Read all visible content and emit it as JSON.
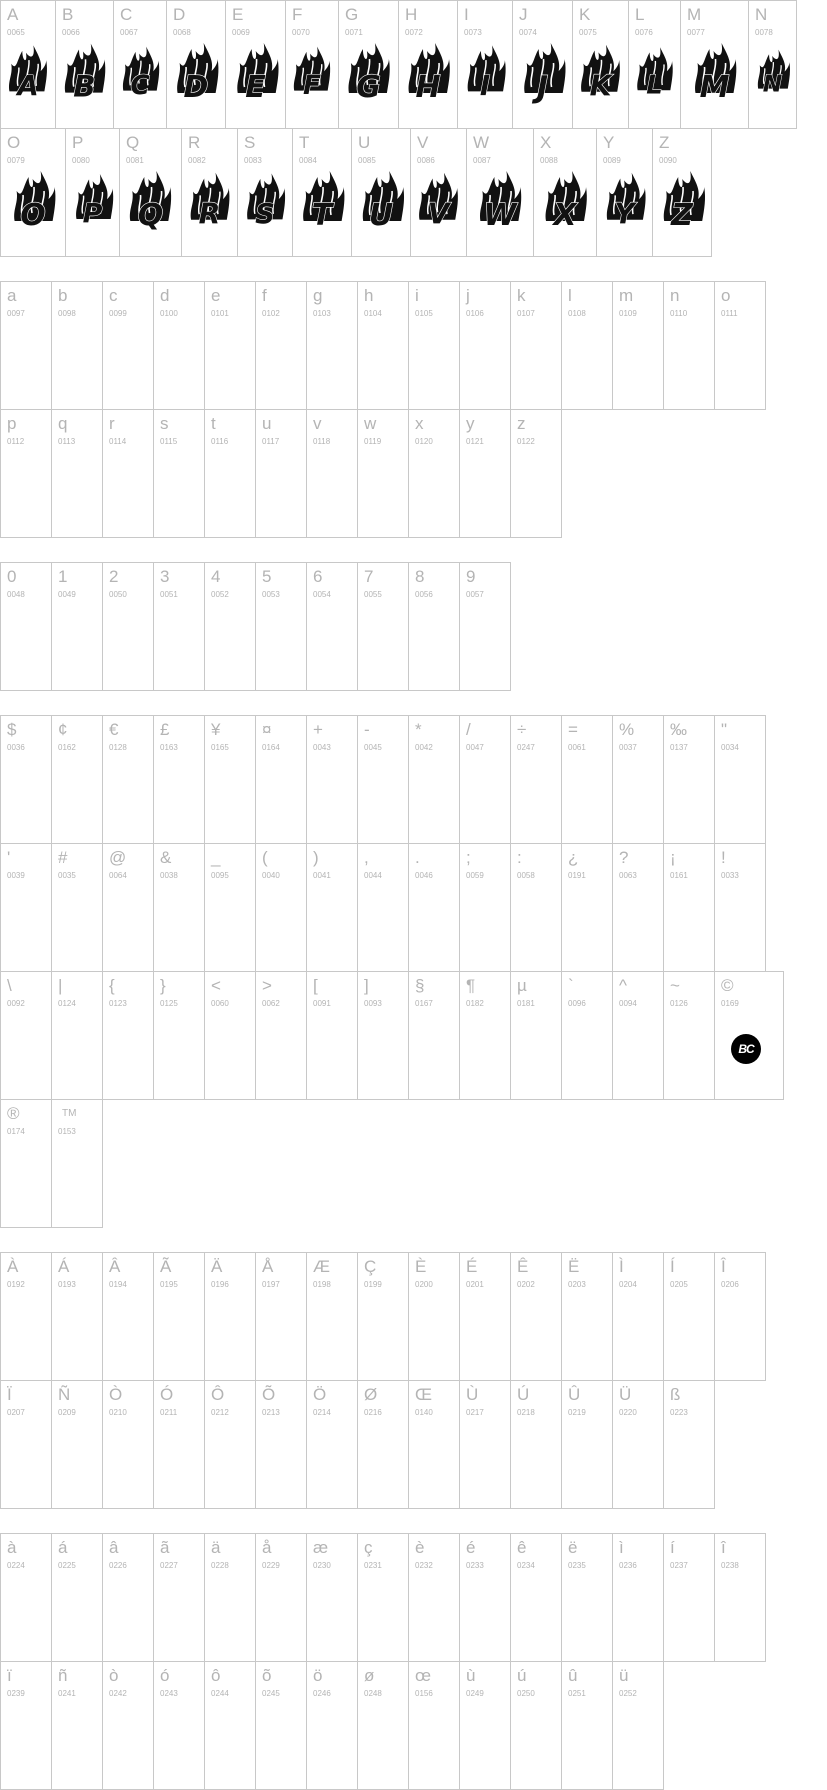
{
  "sections": [
    {
      "id": "uppercase",
      "rows": [
        [
          [
            "A",
            "0065"
          ],
          [
            "B",
            "0066"
          ],
          [
            "C",
            "0067"
          ],
          [
            "D",
            "0068"
          ],
          [
            "E",
            "0069"
          ],
          [
            "F",
            "0070"
          ],
          [
            "G",
            "0071"
          ],
          [
            "H",
            "0072"
          ],
          [
            "I",
            "0073"
          ],
          [
            "J",
            "0074"
          ],
          [
            "K",
            "0075"
          ],
          [
            "L",
            "0076"
          ],
          [
            "M",
            "0077"
          ],
          [
            "N",
            "0078"
          ]
        ],
        [
          [
            "O",
            "0079"
          ],
          [
            "P",
            "0080"
          ],
          [
            "Q",
            "0081"
          ],
          [
            "R",
            "0082"
          ],
          [
            "S",
            "0083"
          ],
          [
            "T",
            "0084"
          ],
          [
            "U",
            "0085"
          ],
          [
            "V",
            "0086"
          ],
          [
            "W",
            "0087"
          ],
          [
            "X",
            "0088"
          ],
          [
            "Y",
            "0089"
          ],
          [
            "Z",
            "0090"
          ]
        ]
      ]
    },
    {
      "id": "lowercase",
      "rows": [
        [
          [
            "a",
            "0097"
          ],
          [
            "b",
            "0098"
          ],
          [
            "c",
            "0099"
          ],
          [
            "d",
            "0100"
          ],
          [
            "e",
            "0101"
          ],
          [
            "f",
            "0102"
          ],
          [
            "g",
            "0103"
          ],
          [
            "h",
            "0104"
          ],
          [
            "i",
            "0105"
          ],
          [
            "j",
            "0106"
          ],
          [
            "k",
            "0107"
          ],
          [
            "l",
            "0108"
          ],
          [
            "m",
            "0109"
          ],
          [
            "n",
            "0110"
          ],
          [
            "o",
            "0111"
          ]
        ],
        [
          [
            "p",
            "0112"
          ],
          [
            "q",
            "0113"
          ],
          [
            "r",
            "0114"
          ],
          [
            "s",
            "0115"
          ],
          [
            "t",
            "0116"
          ],
          [
            "u",
            "0117"
          ],
          [
            "v",
            "0118"
          ],
          [
            "w",
            "0119"
          ],
          [
            "x",
            "0120"
          ],
          [
            "y",
            "0121"
          ],
          [
            "z",
            "0122"
          ]
        ]
      ]
    },
    {
      "id": "digits",
      "rows": [
        [
          [
            "0",
            "0048"
          ],
          [
            "1",
            "0049"
          ],
          [
            "2",
            "0050"
          ],
          [
            "3",
            "0051"
          ],
          [
            "4",
            "0052"
          ],
          [
            "5",
            "0053"
          ],
          [
            "6",
            "0054"
          ],
          [
            "7",
            "0055"
          ],
          [
            "8",
            "0056"
          ],
          [
            "9",
            "0057"
          ]
        ]
      ]
    },
    {
      "id": "symbols",
      "rows": [
        [
          [
            "$",
            "0036"
          ],
          [
            "¢",
            "0162"
          ],
          [
            "€",
            "0128"
          ],
          [
            "£",
            "0163"
          ],
          [
            "¥",
            "0165"
          ],
          [
            "¤",
            "0164"
          ],
          [
            "+",
            "0043"
          ],
          [
            "-",
            "0045"
          ],
          [
            "*",
            "0042"
          ],
          [
            "/",
            "0047"
          ],
          [
            "÷",
            "0247"
          ],
          [
            "=",
            "0061"
          ],
          [
            "%",
            "0037"
          ],
          [
            "‰",
            "0137"
          ],
          [
            "\"",
            "0034"
          ]
        ],
        [
          [
            "'",
            "0039"
          ],
          [
            "#",
            "0035"
          ],
          [
            "@",
            "0064"
          ],
          [
            "&",
            "0038"
          ],
          [
            "_",
            "0095"
          ],
          [
            "(",
            "0040"
          ],
          [
            ")",
            "0041"
          ],
          [
            ",",
            "0044"
          ],
          [
            ".",
            "0046"
          ],
          [
            ";",
            "0059"
          ],
          [
            ":",
            "0058"
          ],
          [
            "¿",
            "0191"
          ],
          [
            "?",
            "0063"
          ],
          [
            "¡",
            "0161"
          ],
          [
            "!",
            "0033"
          ]
        ],
        [
          [
            "\\",
            "0092"
          ],
          [
            "|",
            "0124"
          ],
          [
            "{",
            "0123"
          ],
          [
            "}",
            "0125"
          ],
          [
            "<",
            "0060"
          ],
          [
            ">",
            "0062"
          ],
          [
            "[",
            "0091"
          ],
          [
            "]",
            "0093"
          ],
          [
            "§",
            "0167"
          ],
          [
            "¶",
            "0182"
          ],
          [
            "µ",
            "0181"
          ],
          [
            "`",
            "0096"
          ],
          [
            "^",
            "0094"
          ],
          [
            "~",
            "0126"
          ],
          [
            "©",
            "0169"
          ]
        ],
        [
          [
            "®",
            "0174"
          ],
          [
            "TM",
            "0153"
          ]
        ]
      ]
    },
    {
      "id": "accented-upper",
      "rows": [
        [
          [
            "À",
            "0192"
          ],
          [
            "Á",
            "0193"
          ],
          [
            "Â",
            "0194"
          ],
          [
            "Ã",
            "0195"
          ],
          [
            "Ä",
            "0196"
          ],
          [
            "Å",
            "0197"
          ],
          [
            "Æ",
            "0198"
          ],
          [
            "Ç",
            "0199"
          ],
          [
            "È",
            "0200"
          ],
          [
            "É",
            "0201"
          ],
          [
            "Ê",
            "0202"
          ],
          [
            "Ë",
            "0203"
          ],
          [
            "Ì",
            "0204"
          ],
          [
            "Í",
            "0205"
          ],
          [
            "Î",
            "0206"
          ]
        ],
        [
          [
            "Ï",
            "0207"
          ],
          [
            "Ñ",
            "0209"
          ],
          [
            "Ò",
            "0210"
          ],
          [
            "Ó",
            "0211"
          ],
          [
            "Ô",
            "0212"
          ],
          [
            "Õ",
            "0213"
          ],
          [
            "Ö",
            "0214"
          ],
          [
            "Ø",
            "0216"
          ],
          [
            "Œ",
            "0140"
          ],
          [
            "Ù",
            "0217"
          ],
          [
            "Ú",
            "0218"
          ],
          [
            "Û",
            "0219"
          ],
          [
            "Ü",
            "0220"
          ],
          [
            "ß",
            "0223"
          ]
        ]
      ]
    },
    {
      "id": "accented-lower",
      "rows": [
        [
          [
            "à",
            "0224"
          ],
          [
            "á",
            "0225"
          ],
          [
            "â",
            "0226"
          ],
          [
            "ã",
            "0227"
          ],
          [
            "ä",
            "0228"
          ],
          [
            "å",
            "0229"
          ],
          [
            "æ",
            "0230"
          ],
          [
            "ç",
            "0231"
          ],
          [
            "è",
            "0232"
          ],
          [
            "é",
            "0233"
          ],
          [
            "ê",
            "0234"
          ],
          [
            "ë",
            "0235"
          ],
          [
            "ì",
            "0236"
          ],
          [
            "í",
            "0237"
          ],
          [
            "î",
            "0238"
          ]
        ],
        [
          [
            "ï",
            "0239"
          ],
          [
            "ñ",
            "0241"
          ],
          [
            "ò",
            "0242"
          ],
          [
            "ó",
            "0243"
          ],
          [
            "ô",
            "0244"
          ],
          [
            "õ",
            "0245"
          ],
          [
            "ö",
            "0246"
          ],
          [
            "ø",
            "0248"
          ],
          [
            "œ",
            "0156"
          ],
          [
            "ù",
            "0249"
          ],
          [
            "ú",
            "0250"
          ],
          [
            "û",
            "0251"
          ],
          [
            "ü",
            "0252"
          ]
        ]
      ]
    }
  ],
  "logo": {
    "text": "BC"
  }
}
